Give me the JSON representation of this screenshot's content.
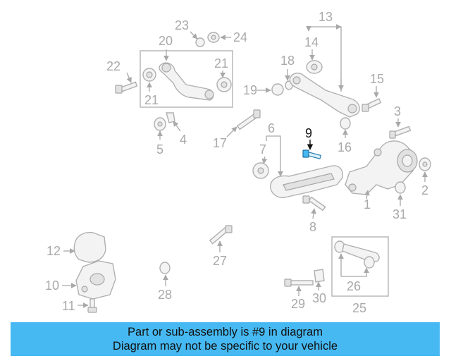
{
  "highlight_color": "#46b9f2",
  "diagram": {
    "callouts": [
      "1",
      "2",
      "3",
      "4",
      "5",
      "6",
      "7",
      "8",
      "9",
      "10",
      "11",
      "12",
      "13",
      "14",
      "15",
      "16",
      "17",
      "18",
      "19",
      "20",
      "21",
      "21",
      "22",
      "23",
      "24",
      "25",
      "26",
      "27",
      "28",
      "29",
      "30",
      "31"
    ],
    "highlighted_part": "9"
  },
  "banner": {
    "line1": "Part or sub-assembly is #9 in diagram",
    "line2": "Diagram may not be specific to your vehicle"
  }
}
